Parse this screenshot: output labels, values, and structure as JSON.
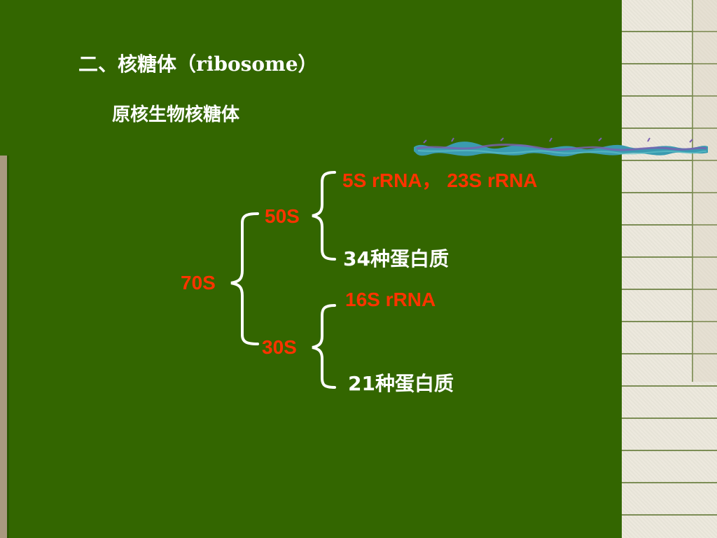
{
  "title": "二、核糖体（ribosome）",
  "subtitle": "原核生物核糖体",
  "diagram": {
    "root": "70S",
    "large_subunit": {
      "label": "50S",
      "rrna": "5S rRNA，  23S rRNA",
      "proteins": "34种蛋白质"
    },
    "small_subunit": {
      "label": "30S",
      "rrna": "16S rRNA",
      "proteins": "21种蛋白质"
    }
  },
  "colors": {
    "background": "#336600",
    "highlight_text": "#ff3300",
    "normal_text": "#ffffff",
    "brace": "#ffffff"
  }
}
